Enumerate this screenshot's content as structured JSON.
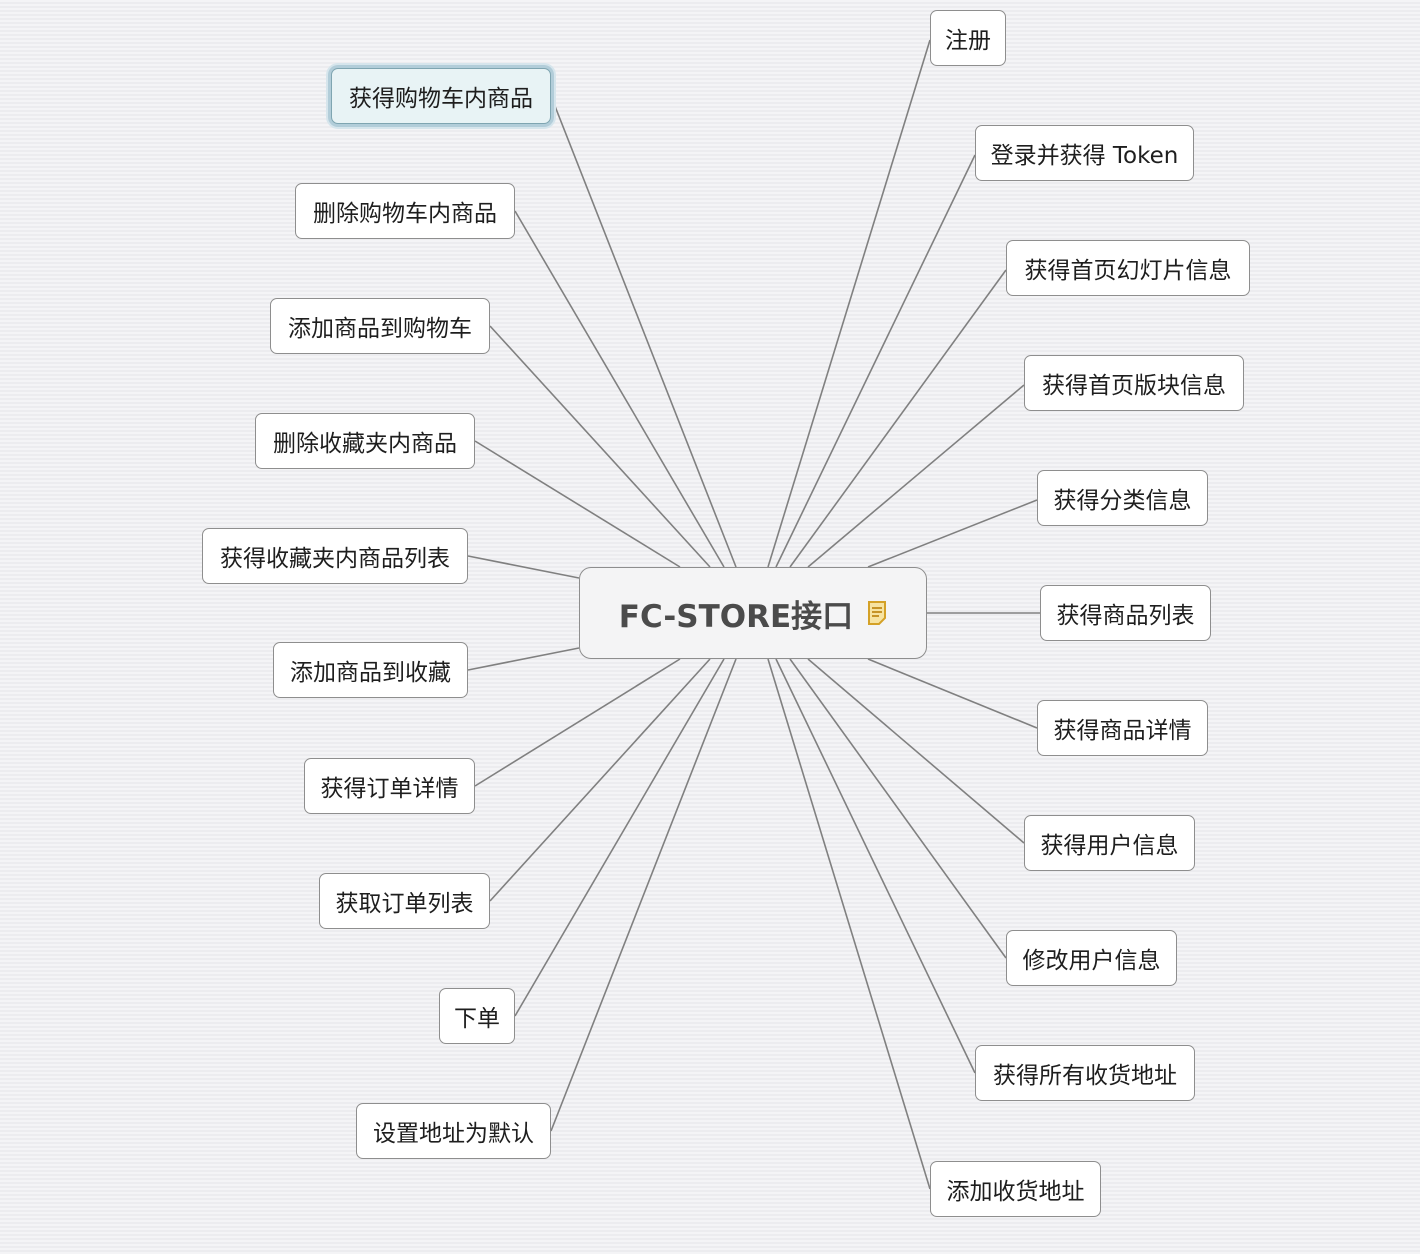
{
  "central_topic": {
    "label": "FC-STORE接口",
    "icon": "note-icon",
    "icon_color": "#d4a127"
  },
  "colors": {
    "line": "#808080",
    "topic_border": "#8e8e8e",
    "selected_fill": "#e8f3f5",
    "selected_glow": "#b2cdd9"
  },
  "topics_left": [
    {
      "label": "获得购物车内商品",
      "selected": true
    },
    {
      "label": "删除购物车内商品"
    },
    {
      "label": "添加商品到购物车"
    },
    {
      "label": "删除收藏夹内商品"
    },
    {
      "label": "获得收藏夹内商品列表"
    },
    {
      "label": "添加商品到收藏"
    },
    {
      "label": "获得订单详情"
    },
    {
      "label": "获取订单列表"
    },
    {
      "label": "下单"
    },
    {
      "label": "设置地址为默认"
    }
  ],
  "topics_right": [
    {
      "label": "注册"
    },
    {
      "label": "登录并获得 Token"
    },
    {
      "label": "获得首页幻灯片信息"
    },
    {
      "label": "获得首页版块信息"
    },
    {
      "label": "获得分类信息"
    },
    {
      "label": "获得商品列表"
    },
    {
      "label": "获得商品详情"
    },
    {
      "label": "获得用户信息"
    },
    {
      "label": "修改用户信息"
    },
    {
      "label": "获得所有收货地址"
    },
    {
      "label": "添加收货地址"
    }
  ]
}
